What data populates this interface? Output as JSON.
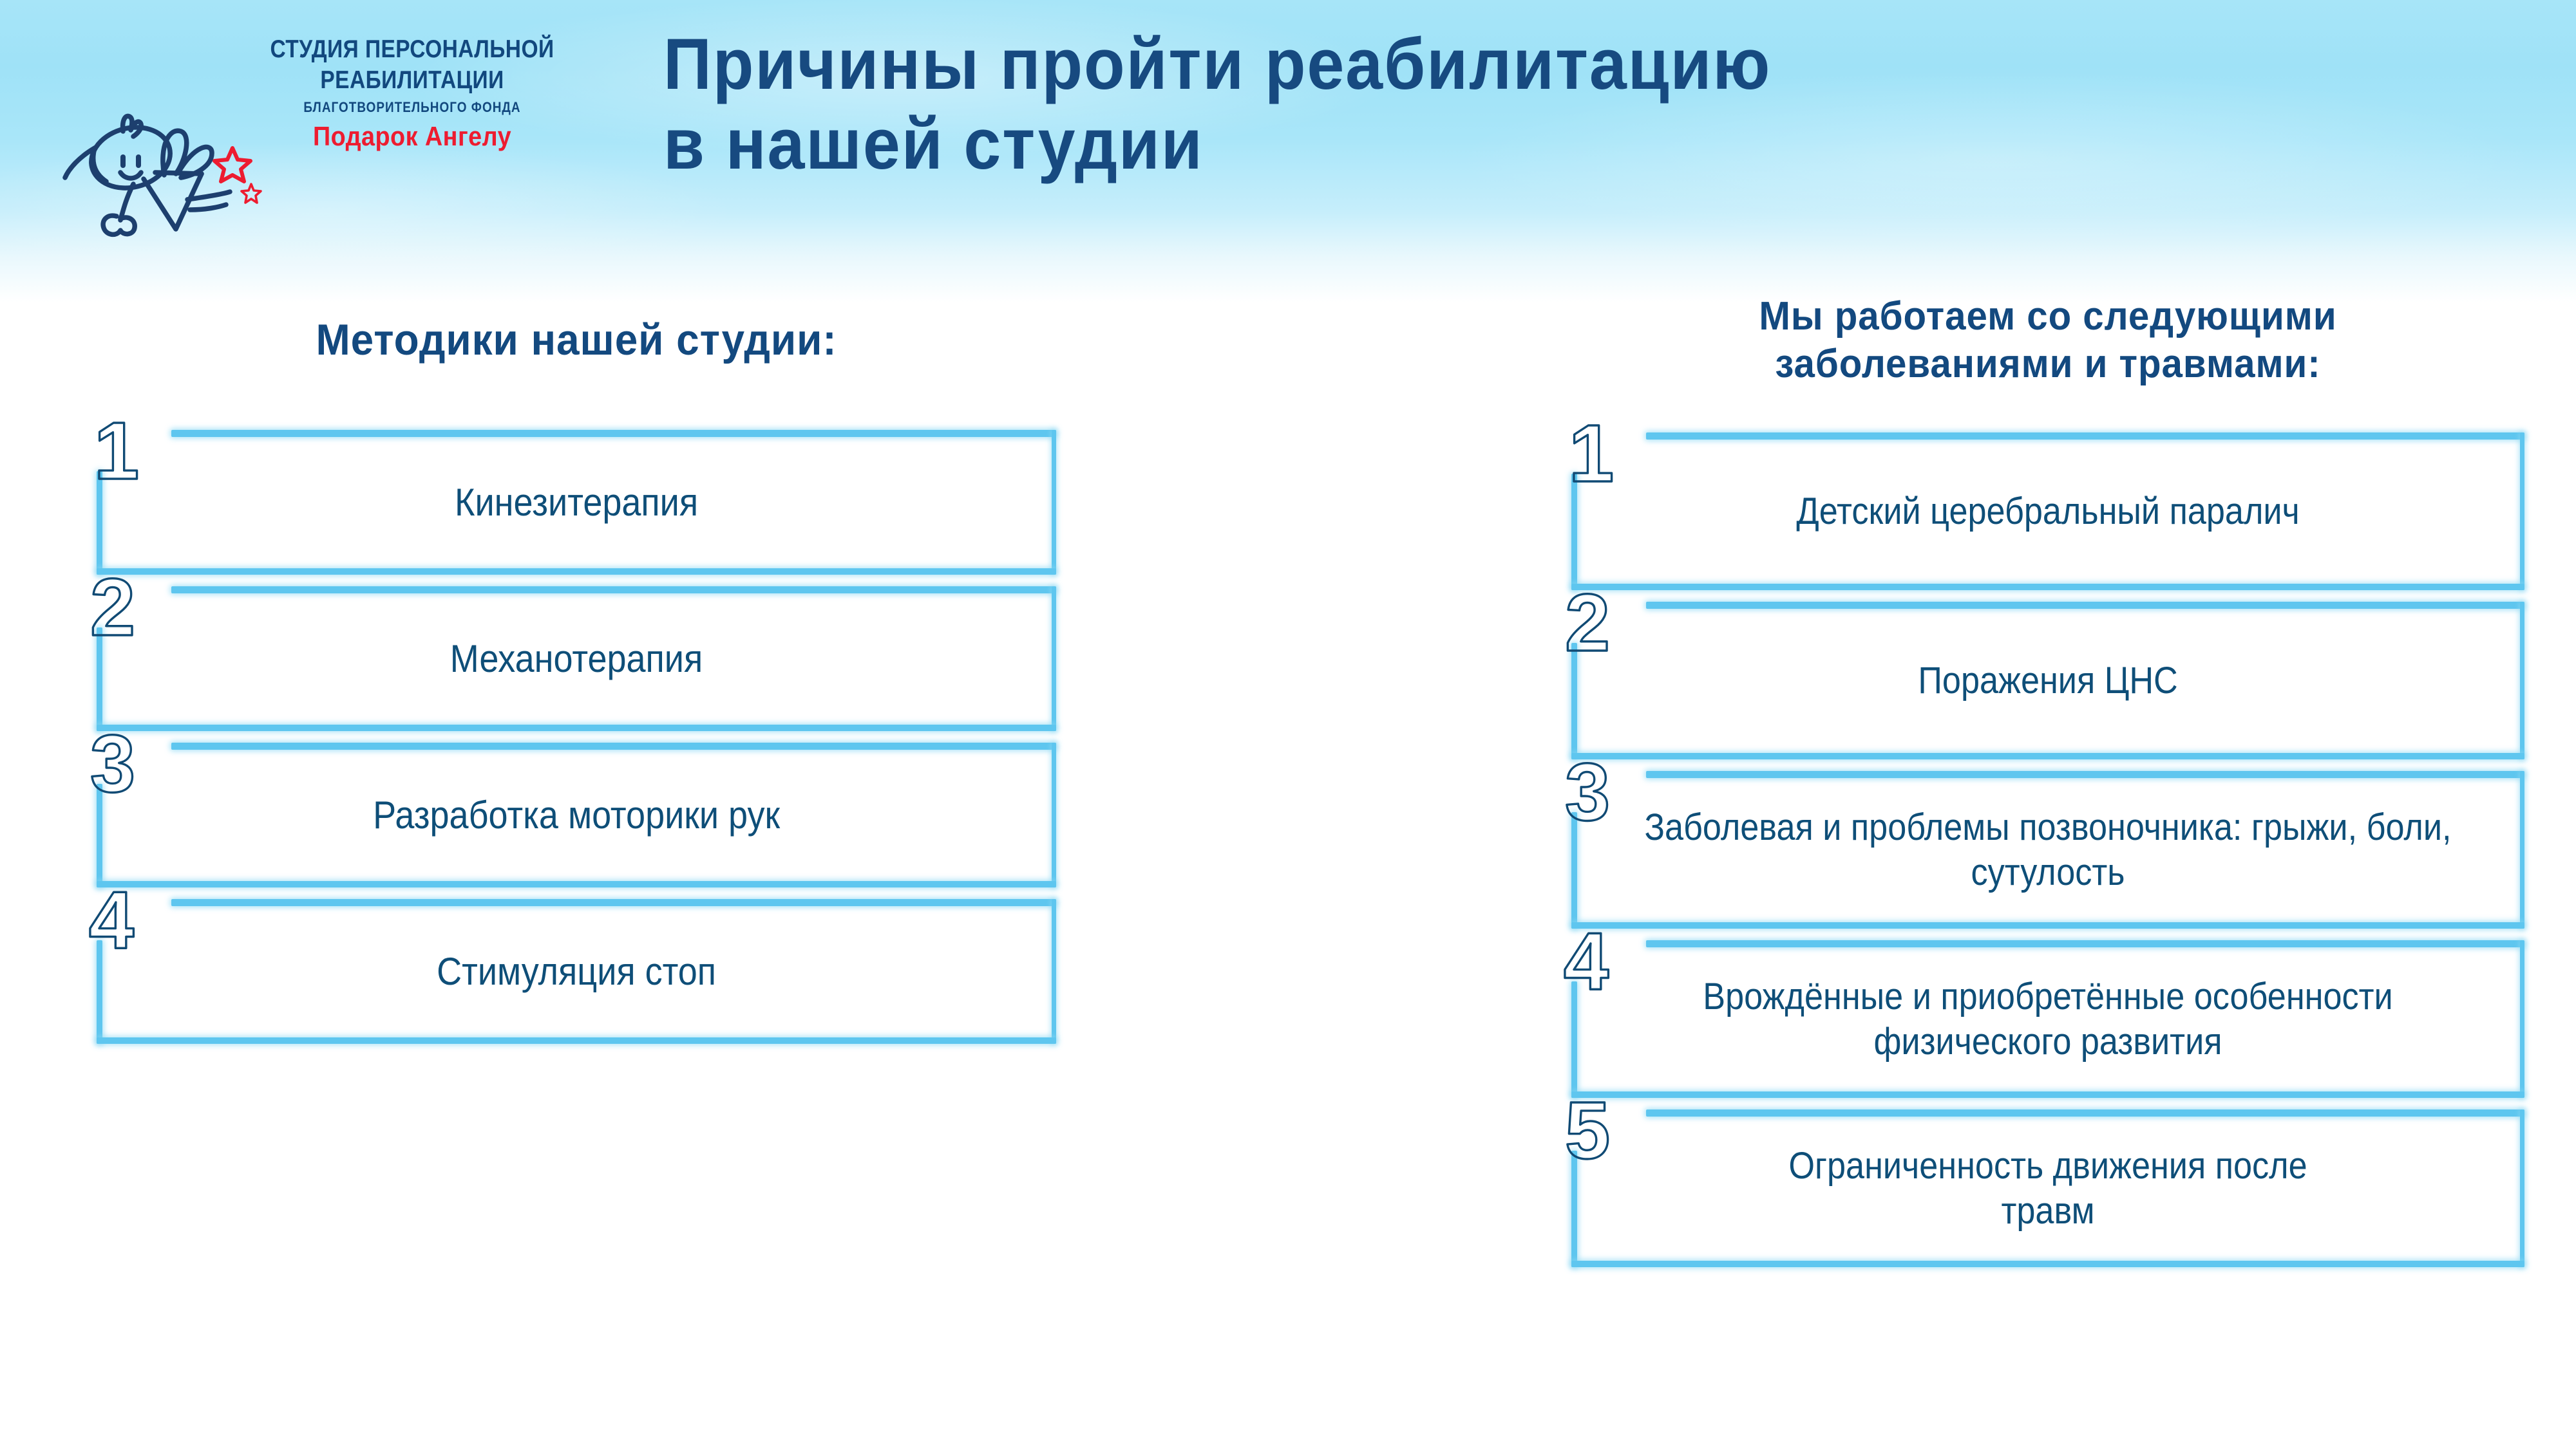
{
  "colors": {
    "banner_top": "#a7e5f8",
    "title_navy": "#174a80",
    "body_navy": "#0e4e78",
    "border_cyan": "#5ec6ef",
    "logo_red": "#ed1c30",
    "page_bg": "#ffffff"
  },
  "logo": {
    "mark_icon": "angel-girl-with-wings-and-stars",
    "line1": "СТУДИЯ ПЕРСОНАЛЬНОЙ",
    "line2": "РЕАБИЛИТАЦИИ",
    "line3": "БЛАГОТВОРИТЕЛЬНОГО ФОНДА",
    "line4": "Подарок Ангелу"
  },
  "title": {
    "line1": "Причины пройти реабилитацию",
    "line2": "в нашей студии"
  },
  "left_column": {
    "heading": "Методики нашей студии:",
    "items": [
      {
        "number": "1",
        "text": "Кинезитерапия"
      },
      {
        "number": "2",
        "text": "Механотерапия"
      },
      {
        "number": "3",
        "text": "Разработка моторики рук"
      },
      {
        "number": "4",
        "text": "Стимуляция стоп"
      }
    ]
  },
  "right_column": {
    "heading_line1": "Мы работаем со следующими",
    "heading_line2": "заболеваниями и травмами:",
    "items": [
      {
        "number": "1",
        "text": "Детский церебральный паралич"
      },
      {
        "number": "2",
        "text": "Поражения ЦНС"
      },
      {
        "number": "3",
        "text": "Заболевая и проблемы позвоночника: грыжи, боли, сутулость"
      },
      {
        "number": "4",
        "text": "Врождённые и приобретённые особенности физического развития"
      },
      {
        "number": "5",
        "text": "Ограниченность движения после травм"
      }
    ]
  }
}
